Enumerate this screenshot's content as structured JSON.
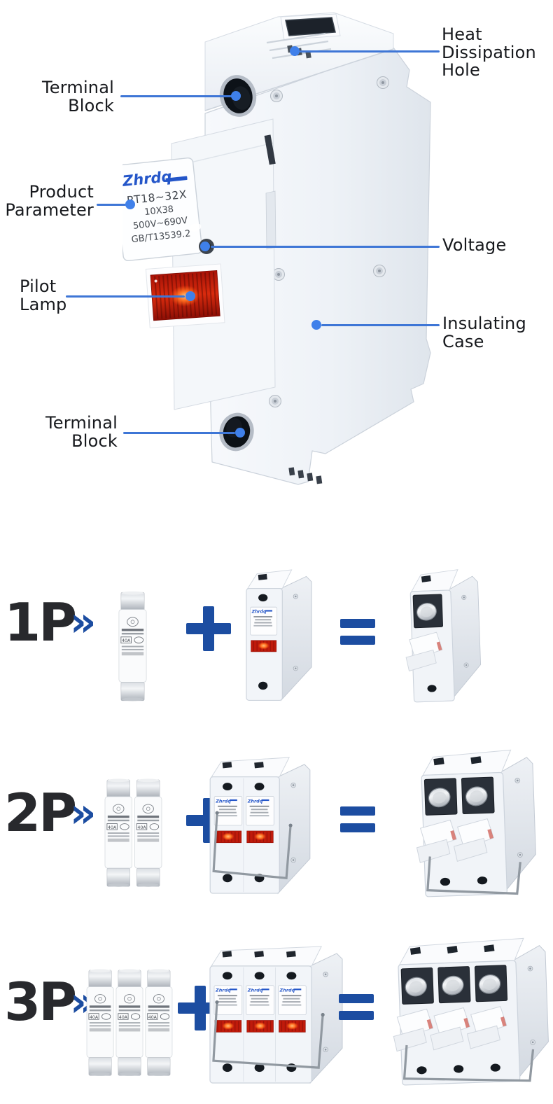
{
  "hero": {
    "plate": {
      "brand": "Zhrdq",
      "model": "RT18~32X",
      "size": "10X38",
      "voltage_range": "500V~690V",
      "standard": "GB/T13539.2"
    },
    "callouts": {
      "heat": "Heat Dissipation Hole",
      "terminal_top": "Terminal Block",
      "product_parameter": "Product Parameter",
      "voltage": "Voltage",
      "pilot_lamp": "Pilot Lamp",
      "insulating_case": "Insulating Case",
      "terminal_bottom": "Terminal Block"
    }
  },
  "fuse": {
    "rating": "40A"
  },
  "combos": {
    "operators": {
      "chevron": "»",
      "plus": "+",
      "equals": "="
    },
    "rows": [
      {
        "label": "1P",
        "poles": 1
      },
      {
        "label": "2P",
        "poles": 2
      },
      {
        "label": "3P",
        "poles": 3
      }
    ]
  },
  "colors": {
    "leader_line": "#3E76D6",
    "leader_dot": "#3F80EA",
    "operator_blue": "#1C4DA1",
    "brand_blue": "#2456C9",
    "lamp_red": "#C21A0C",
    "label_text": "#17191d"
  }
}
